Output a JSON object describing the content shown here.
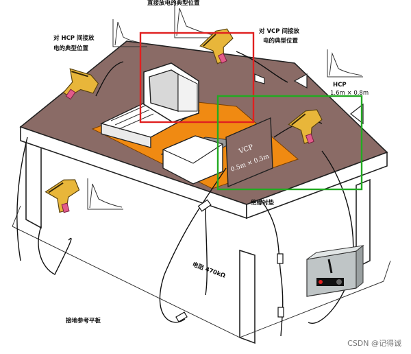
{
  "labels": {
    "direct_discharge": "直接放电的典型位置",
    "hcp_indirect_line1": "对 HCP 间接放",
    "hcp_indirect_line2": "电的典型位置",
    "vcp_indirect_line1": "对 VCP 间接放",
    "vcp_indirect_line2": "电的典型位置",
    "hcp_name": "HCP",
    "hcp_size": "1.6m × 0.8m",
    "vcp_name": "VCP",
    "vcp_size": "0.5m × 0.5m",
    "insulating_pad": "绝缘衬垫",
    "resistor": "电阻 470kΩ",
    "ground_plane": "接地参考平板"
  },
  "highlights": {
    "red_box_color": "#e02020",
    "green_box_color": "#22aa22"
  },
  "colors": {
    "table_top": "#8a6b66",
    "insulating_pad": "#f08a12",
    "esd_gun": "#e8b63a",
    "gun_tip": "#e25b8a"
  },
  "watermark": "CSDN @记得诚"
}
